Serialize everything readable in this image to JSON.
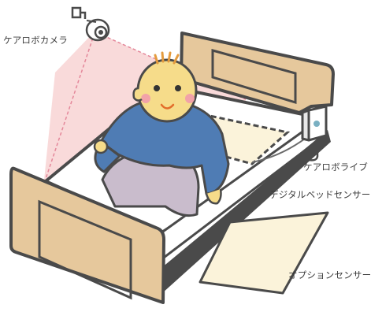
{
  "labels": {
    "camera": "ケアロボカメラ",
    "live": "ケアロボライブ",
    "digital_bed_sensor": "デジタルベッドセンサー",
    "option_sensor": "オプションセンサー"
  },
  "colors": {
    "bed_frame": "#e6c89c",
    "bed_outline": "#4a4a4a",
    "camera_view_cone": "#f8d3d4",
    "camera_cone_edge": "#e4879a",
    "shirt": "#4f7cb4",
    "pants": "#c9bccc",
    "skin": "#f6dc8a",
    "sensor_pad": "#fbf3da"
  },
  "icons": {
    "camera": "camera-icon",
    "live_device": "live-device-icon"
  }
}
